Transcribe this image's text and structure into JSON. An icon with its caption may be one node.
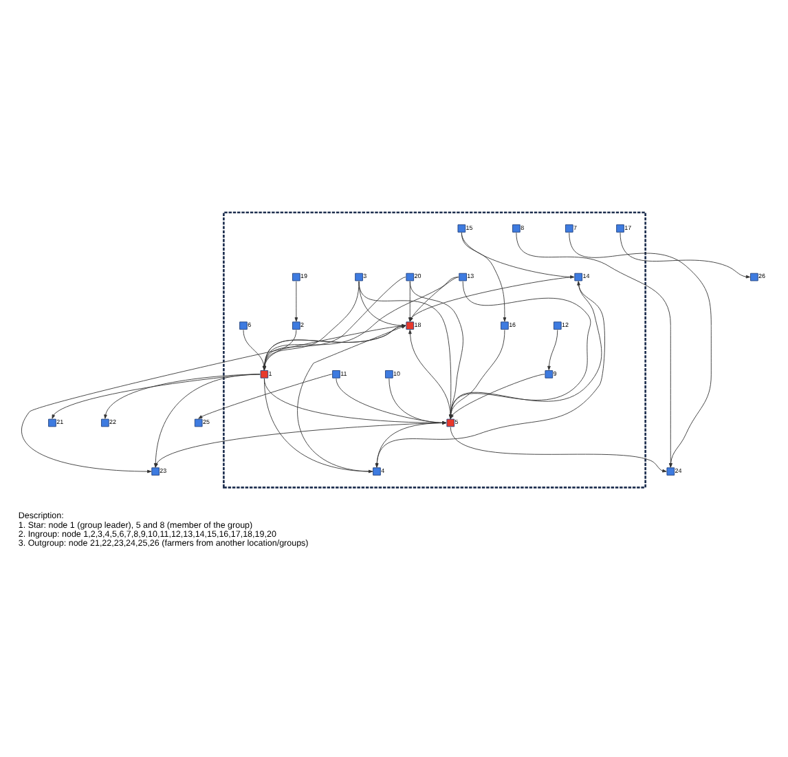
{
  "diagram": {
    "nodes": [
      {
        "text": [],
        "shape": "box"
      },
      {
        "text": [],
        "shape": "box",
        "beside": [
          "24"
        ]
      },
      {
        "text": [],
        "shape": "box",
        "beside": [
          "23"
        ]
      },
      {
        "text": [],
        "shape": "box",
        "beside": [
          "22"
        ]
      },
      {
        "text": [],
        "shape": "box",
        "beside": [
          "21"
        ]
      },
      {
        "text": [],
        "shape": "box",
        "beside": [
          "25"
        ]
      },
      {
        "text": [],
        "shape": "box",
        "beside": [
          "26"
        ]
      },
      {
        "text": [],
        "shape": "box",
        "beside": [
          "14"
        ],
        "in": 0
      },
      {
        "text": [],
        "shape": "box",
        "beside": [
          "16"
        ],
        "in": 0
      },
      {
        "text": [],
        "shape": "box",
        "beside": [
          "18"
        ],
        "in": 0
      },
      {
        "text": [],
        "shape": "box",
        "beside": [
          "4"
        ],
        "in": 0
      },
      {
        "text": [],
        "shape": "box",
        "beside": [
          "8"
        ],
        "in": 0
      },
      {
        "text": [],
        "shape": "box",
        "beside": [
          "7"
        ],
        "in": 0
      },
      {
        "text": [],
        "shape": "box",
        "beside": [
          "20"
        ],
        "in": 0
      },
      {
        "text": [],
        "shape": "box",
        "beside": [
          "5"
        ],
        "in": 0
      },
      {
        "text": [],
        "shape": "box",
        "beside": [
          "11"
        ],
        "in": 0
      },
      {
        "text": [],
        "shape": "box",
        "beside": [
          "17"
        ],
        "in": 0
      },
      {
        "text": [],
        "shape": "box",
        "beside": [
          "15"
        ],
        "in": 0
      },
      {
        "text": [],
        "shape": "box",
        "beside": [
          "10"
        ],
        "in": 0
      },
      {
        "text": [],
        "shape": "box",
        "beside": [
          "9"
        ],
        "in": 0
      },
      {
        "text": [],
        "shape": "box",
        "beside": [
          "13"
        ],
        "in": 0
      },
      {
        "text": [],
        "shape": "box",
        "beside": [
          "1"
        ],
        "in": 0
      },
      {
        "text": [],
        "shape": "box",
        "beside": [
          "12"
        ],
        "in": 0
      },
      {
        "text": [],
        "shape": "box",
        "beside": [
          "2"
        ],
        "in": 0
      },
      {
        "text": [],
        "shape": "box",
        "beside": [
          "3"
        ],
        "in": 0
      },
      {
        "text": [],
        "shape": "box",
        "beside": [
          "19"
        ],
        "in": 0
      },
      {
        "text": [],
        "shape": "box",
        "beside": [
          "6"
        ],
        "in": 0
      }
    ],
    "edges": [
      {
        "from": 11,
        "to": 1,
        "arrow": "to"
      },
      {
        "from": 12,
        "to": 1,
        "arrow": "to"
      },
      {
        "from": 14,
        "to": 1,
        "arrow": "to"
      },
      {
        "from": 14,
        "to": 2,
        "arrow": "to"
      },
      {
        "from": 9,
        "to": 2,
        "arrow": "to"
      },
      {
        "from": 21,
        "to": 2,
        "arrow": "to"
      },
      {
        "from": 21,
        "to": 3,
        "arrow": "to"
      },
      {
        "from": 21,
        "to": 4,
        "arrow": "to"
      },
      {
        "from": 15,
        "to": 5,
        "arrow": "to"
      },
      {
        "from": 16,
        "to": 6,
        "arrow": "to"
      },
      {
        "from": 7,
        "to": 9,
        "arrow": "to"
      },
      {
        "from": 7,
        "to": 10,
        "arrow": "to"
      },
      {
        "from": 17,
        "to": 7,
        "arrow": "to"
      },
      {
        "from": 14,
        "to": 7,
        "arrow": "to"
      },
      {
        "from": 17,
        "to": 8,
        "arrow": "to"
      },
      {
        "from": 8,
        "to": 14,
        "arrow": "to"
      },
      {
        "from": 10,
        "to": 9,
        "arrow": "to"
      },
      {
        "from": 14,
        "to": 10,
        "arrow": "to"
      },
      {
        "from": 21,
        "to": 10,
        "arrow": "to"
      },
      {
        "from": 14,
        "to": 9,
        "arrow": "to"
      },
      {
        "from": 13,
        "to": 9,
        "arrow": "to"
      },
      {
        "from": 20,
        "to": 9,
        "arrow": "to"
      },
      {
        "from": 24,
        "to": 9,
        "arrow": "to"
      },
      {
        "from": 21,
        "to": 9,
        "arrow": "to"
      },
      {
        "from": 9,
        "to": 21,
        "arrow": "to"
      },
      {
        "from": 13,
        "to": 14,
        "arrow": "to"
      },
      {
        "from": 15,
        "to": 14,
        "arrow": "to"
      },
      {
        "from": 20,
        "to": 14,
        "arrow": "to"
      },
      {
        "from": 24,
        "to": 14,
        "arrow": "to"
      },
      {
        "from": 18,
        "to": 14,
        "arrow": "to"
      },
      {
        "from": 19,
        "to": 14,
        "arrow": "to"
      },
      {
        "from": 21,
        "to": 14,
        "arrow": "to"
      },
      {
        "from": 22,
        "to": 19,
        "arrow": "to"
      },
      {
        "from": 13,
        "to": 21,
        "arrow": "to"
      },
      {
        "from": 20,
        "to": 21,
        "arrow": "to"
      },
      {
        "from": 24,
        "to": 21,
        "arrow": "to"
      },
      {
        "from": 23,
        "to": 21,
        "arrow": "to"
      },
      {
        "from": 26,
        "to": 21,
        "arrow": "to"
      },
      {
        "from": 25,
        "to": 23,
        "arrow": "to"
      }
    ],
    "labels": [
      "Description:",
      "1. Star: node 1 (group leader), 5 and 8 (member of the group)",
      "2. Ingroup: node 1,2,3,4,5,6,7,8,9,10,11,12,13,14,15,16,17,18,19,20",
      "3. Outgroup: node 21,22,23,24,25,26 (farmers from another location/groups)"
    ]
  }
}
